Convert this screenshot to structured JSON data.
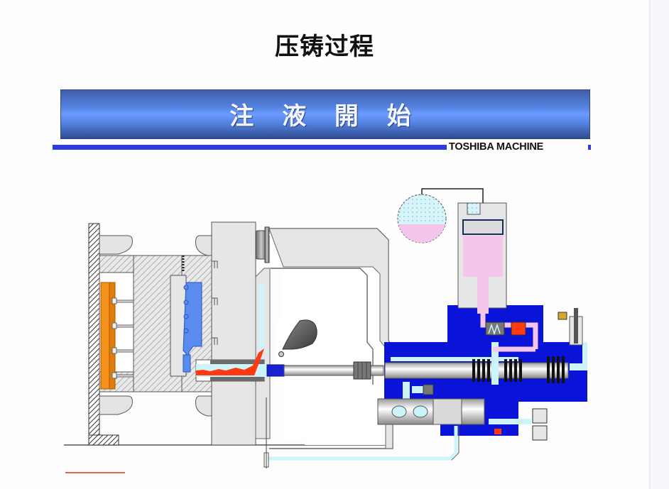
{
  "page": {
    "title": "压铸过程"
  },
  "banner": {
    "title": "注 液 開 始",
    "brand": "TOSHIBA MACHINE"
  },
  "diagram": {
    "subject": "die-casting-machine-injection-start",
    "components": [
      "fixed-platen-hatched-wall",
      "ejector-plate",
      "ejector-pins",
      "moving-die",
      "fixed-die",
      "die-cavity",
      "tie-bars",
      "frame-c-column",
      "shot-sleeve",
      "molten-metal",
      "ladle",
      "plunger-tip",
      "plunger-rod",
      "coupling",
      "injection-cylinder-block",
      "accumulator",
      "booster-cylinder",
      "check-valve",
      "control-valve",
      "solenoid-valves",
      "oil-line"
    ],
    "colors": {
      "hydraulic_block": "#0a14d8",
      "oil_light": "#cdf4fb",
      "pressure_oil": "#f5c6ec",
      "metal": "#ff3a10",
      "cavity": "#5a8cf0",
      "ejector": "#f5901a",
      "steel": "#e6e6e6",
      "hatch": "#9a9a9a"
    }
  }
}
